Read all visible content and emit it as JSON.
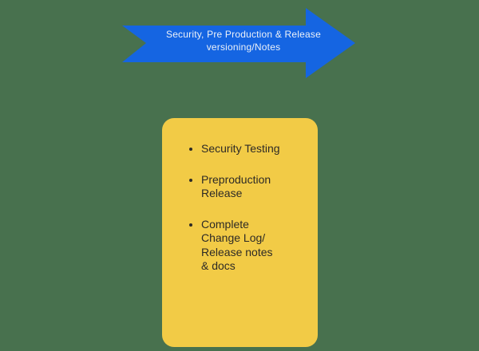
{
  "colors": {
    "background": "#48714E",
    "arrow_blue": "#1565E2",
    "arrow_text": "#ECF1F8",
    "card_yellow": "#F2CB46",
    "card_text": "#2D2A26"
  },
  "arrow": {
    "label_line1": "Security, Pre Production & Release",
    "label_line2": "versioning/Notes"
  },
  "card": {
    "items": [
      {
        "lines": [
          "Security Testing"
        ]
      },
      {
        "lines": [
          "Preproduction",
          "Release"
        ]
      },
      {
        "lines": [
          "Complete",
          "Change Log/",
          "Release notes",
          "& docs"
        ]
      }
    ]
  }
}
